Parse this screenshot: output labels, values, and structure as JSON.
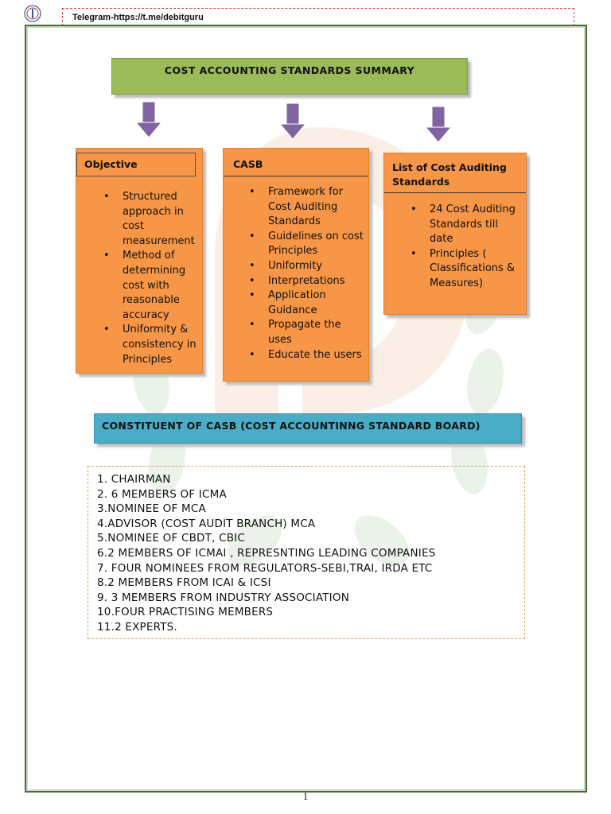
{
  "header": {
    "telegram_text": "Telegram-https://t.me/debitguru"
  },
  "title": "COST ACCOUNTING STANDARDS  SUMMARY",
  "boxes": {
    "objective": {
      "heading": "Objective",
      "items": [
        "Structured approach in cost measurement",
        "Method of determining cost with reasonable accuracy",
        "Uniformity & consistency in Principles"
      ]
    },
    "casb": {
      "heading": "CASB",
      "items": [
        "Framework for Cost Auditing Standards",
        "Guidelines on cost Principles",
        "Uniformity",
        "Interpretations",
        "Application Guidance",
        "Propagate the uses",
        "Educate the users"
      ]
    },
    "list": {
      "heading": "List of Cost Auditing Standards",
      "items": [
        "24 Cost Auditing Standards till date",
        "Principles ( Classifications & Measures)"
      ]
    }
  },
  "section_title": "CONSTITUENT OF CASB (COST ACCOUNTINNG STANDARD BOARD)",
  "members": [
    "1. CHAIRMAN",
    "2. 6 MEMBERS OF ICMA",
    "3.NOMINEE OF MCA",
    "4.ADVISOR (COST AUDIT BRANCH) MCA",
    "5.NOMINEE OF CBDT, CBIC",
    "6.2 MEMBERS OF ICMAI , REPRESNTING LEADING COMPANIES",
    "7. FOUR NOMINEES FROM REGULATORS-SEBI,TRAI, IRDA ETC",
    "8.2 MEMBERS FROM ICAI & ICSI",
    "9. 3 MEMBERS FROM INDUSTRY ASSOCIATION",
    "10.FOUR PRACTISING MEMBERS",
    "11.2 EXPERTS."
  ],
  "page_number": "1",
  "colors": {
    "title_green": "#9bbb59",
    "box_orange": "#f79646",
    "section_blue": "#4bacc6",
    "arrow_purple": "#8064a2",
    "frame_green": "#4a6a3a"
  }
}
